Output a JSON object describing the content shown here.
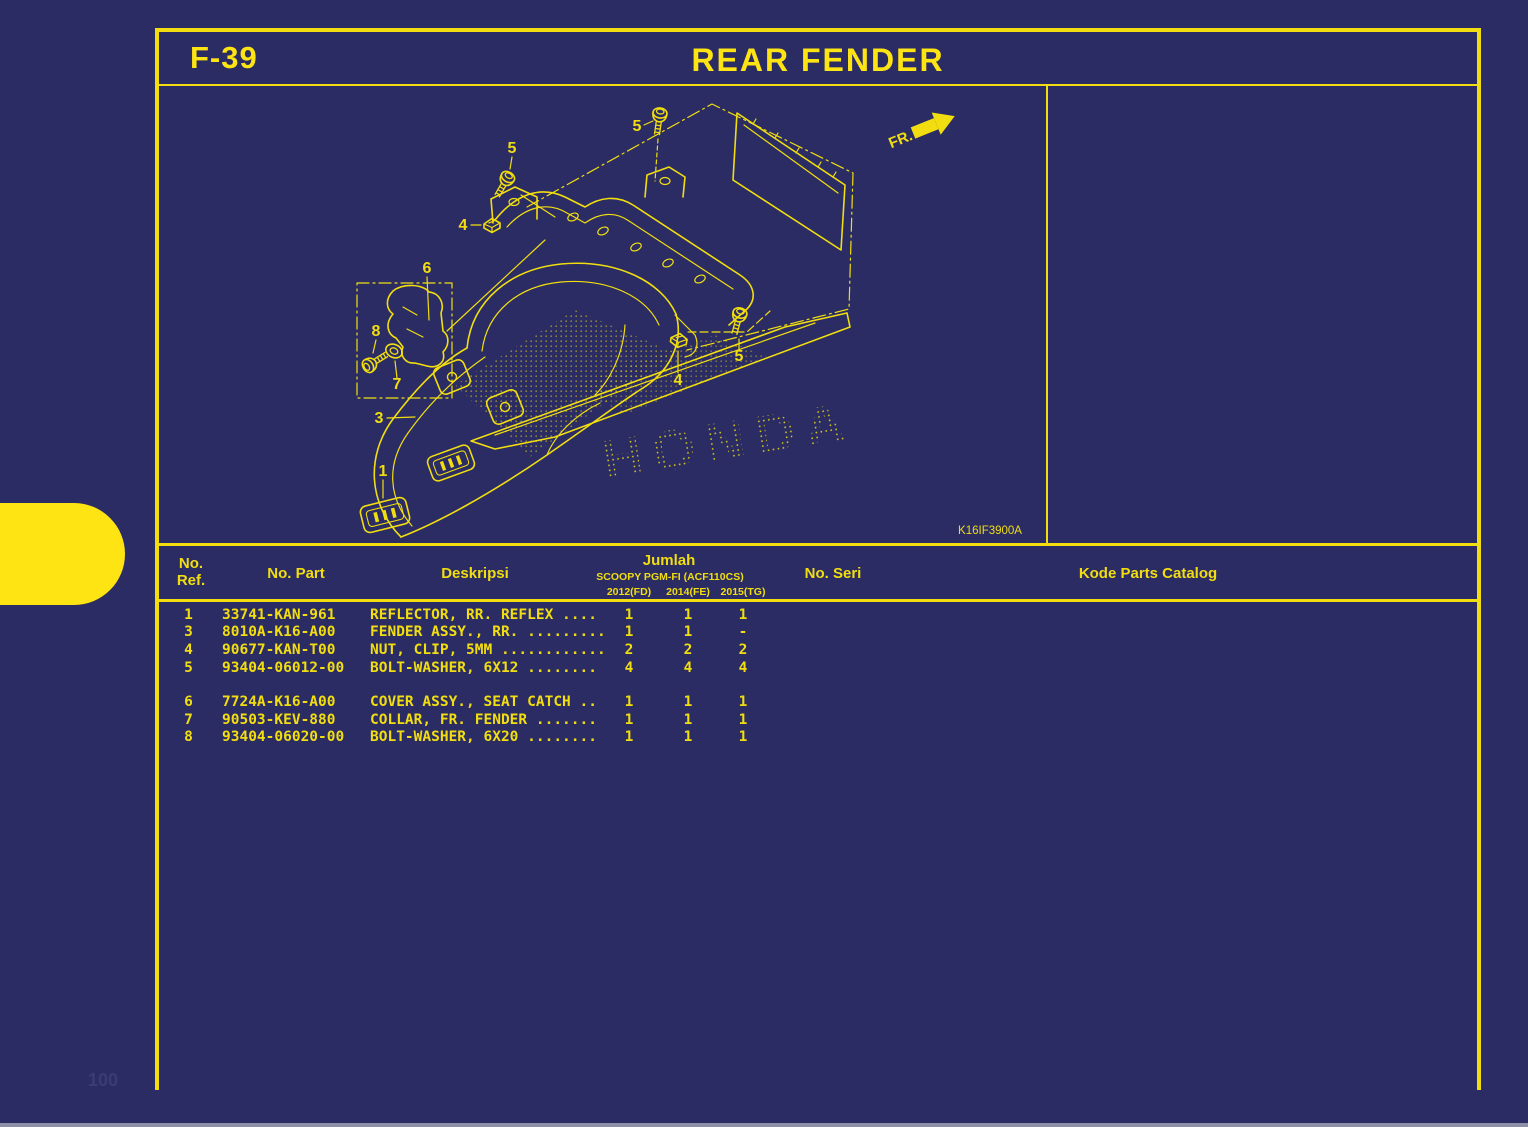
{
  "page": {
    "code": "F-39",
    "title": "REAR FENDER",
    "diagram_code": "K16IF3900A",
    "fr_label": "FR.",
    "watermark": "HONDA",
    "page_number": "100"
  },
  "table": {
    "headers": {
      "ref_top": "No.",
      "ref_bottom": "Ref.",
      "part": "No. Part",
      "desc": "Deskripsi",
      "qty_group": "Jumlah",
      "qty_model": "SCOOPY PGM-FI (ACF110CS)",
      "years": [
        "2012(FD)",
        "2014(FE)",
        "2015(TG)"
      ],
      "seri": "No. Seri",
      "catalog": "Kode Parts Catalog"
    },
    "rows": [
      {
        "ref": "1",
        "part": "33741-KAN-961",
        "desc": "REFLECTOR, RR. REFLEX ....",
        "q": [
          "1",
          "1",
          "1"
        ]
      },
      {
        "ref": "3",
        "part": "8010A-K16-A00",
        "desc": "FENDER ASSY., RR. .........",
        "q": [
          "1",
          "1",
          "-"
        ]
      },
      {
        "ref": "4",
        "part": "90677-KAN-T00",
        "desc": "NUT, CLIP, 5MM ............",
        "q": [
          "2",
          "2",
          "2"
        ]
      },
      {
        "ref": "5",
        "part": "93404-06012-00",
        "desc": "BOLT-WASHER, 6X12 ........",
        "q": [
          "4",
          "4",
          "4"
        ]
      },
      {
        "ref": "6",
        "part": "7724A-K16-A00",
        "desc": "COVER ASSY., SEAT CATCH ..",
        "q": [
          "1",
          "1",
          "1"
        ],
        "gap_before": true
      },
      {
        "ref": "7",
        "part": "90503-KEV-880",
        "desc": "COLLAR, FR. FENDER .......",
        "q": [
          "1",
          "1",
          "1"
        ]
      },
      {
        "ref": "8",
        "part": "93404-06020-00",
        "desc": "BOLT-WASHER, 6X20 ........",
        "q": [
          "1",
          "1",
          "1"
        ]
      }
    ]
  },
  "diagram": {
    "callouts": [
      "5",
      "5",
      "4",
      "6",
      "8",
      "7",
      "3",
      "1",
      "4",
      "5"
    ]
  },
  "colors": {
    "background": "#2a2c63",
    "line_yellow": "#f2de10",
    "title_yellow": "#ffe414"
  }
}
